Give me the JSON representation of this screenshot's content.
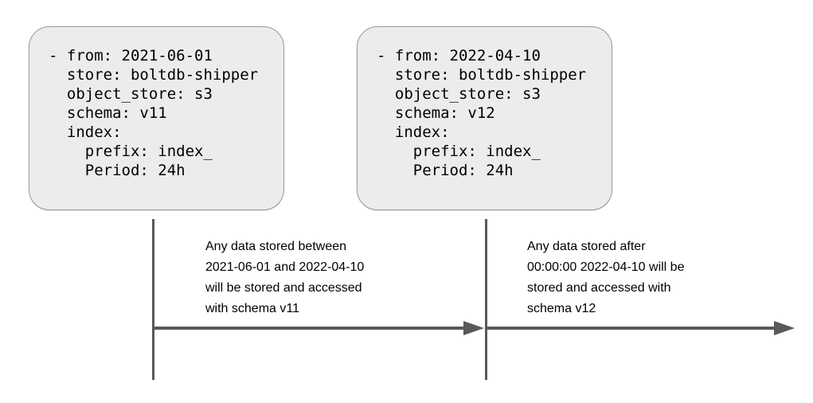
{
  "colors": {
    "background": "#ffffff",
    "box_fill": "#ececec",
    "box_border": "#999999",
    "line": "#595959",
    "text": "#000000"
  },
  "boxes": [
    {
      "schema": "v11",
      "code": "- from: 2021-06-01\n  store: boltdb-shipper\n  object_store: s3\n  schema: v11\n  index:\n    prefix: index_\n    Period: 24h"
    },
    {
      "schema": "v12",
      "code": "- from: 2022-04-10\n  store: boltdb-shipper\n  object_store: s3\n  schema: v12\n  index:\n    prefix: index_\n    Period: 24h"
    }
  ],
  "annotations": [
    {
      "text": "Any data stored between\n2021-06-01 and 2022-04-10\nwill be stored and accessed\nwith schema v11"
    },
    {
      "text": "Any data stored after\n00:00:00 2022-04-10 will be\nstored and accessed with\nschema v12"
    }
  ]
}
